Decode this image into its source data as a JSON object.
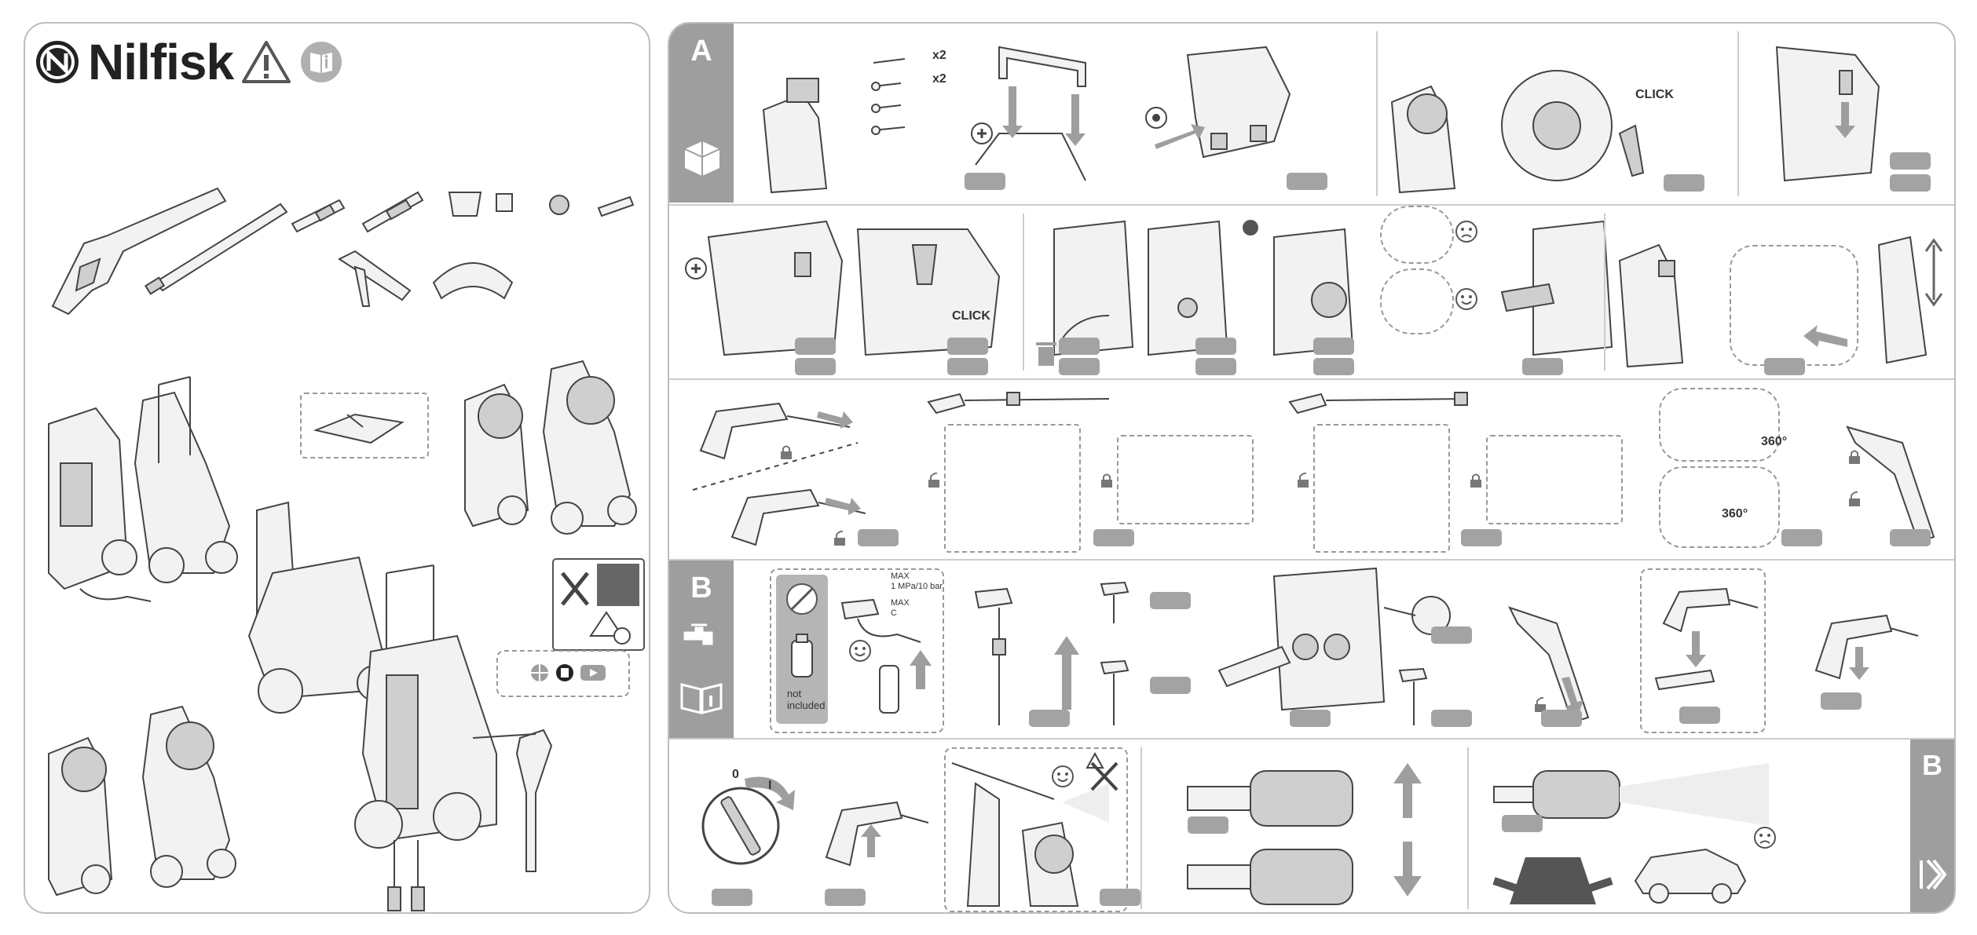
{
  "brand": {
    "name": "Nilfisk"
  },
  "icons": [
    "warning-icon",
    "manual-icon",
    "plus-icon",
    "gear-icon",
    "padlock-icon",
    "trash-icon",
    "sad-face-icon",
    "happy-face-icon",
    "globe-icon",
    "book-icon",
    "play-icon",
    "tap-icon",
    "info-manual-icon",
    "next-chevrons-icon"
  ],
  "sections": {
    "a": "A",
    "b": "B",
    "b_side": "B"
  },
  "parts": {
    "qty_1": "x2",
    "qty_2": "x2"
  },
  "callouts": {
    "click_1": "CLICK",
    "click_2": "CLICK",
    "rot_1": "360°",
    "rot_2": "360°"
  },
  "water_supply": {
    "max_pressure": "MAX\n1 MPa/10 bar",
    "max_temp": "MAX\nC",
    "not_included": "not\nincluded"
  },
  "switch": {
    "off": "0",
    "on": "I"
  },
  "colors": {
    "label_gray": "#a3a3a3",
    "tab_gray": "#9e9e9e",
    "border": "#bdbdbd"
  }
}
